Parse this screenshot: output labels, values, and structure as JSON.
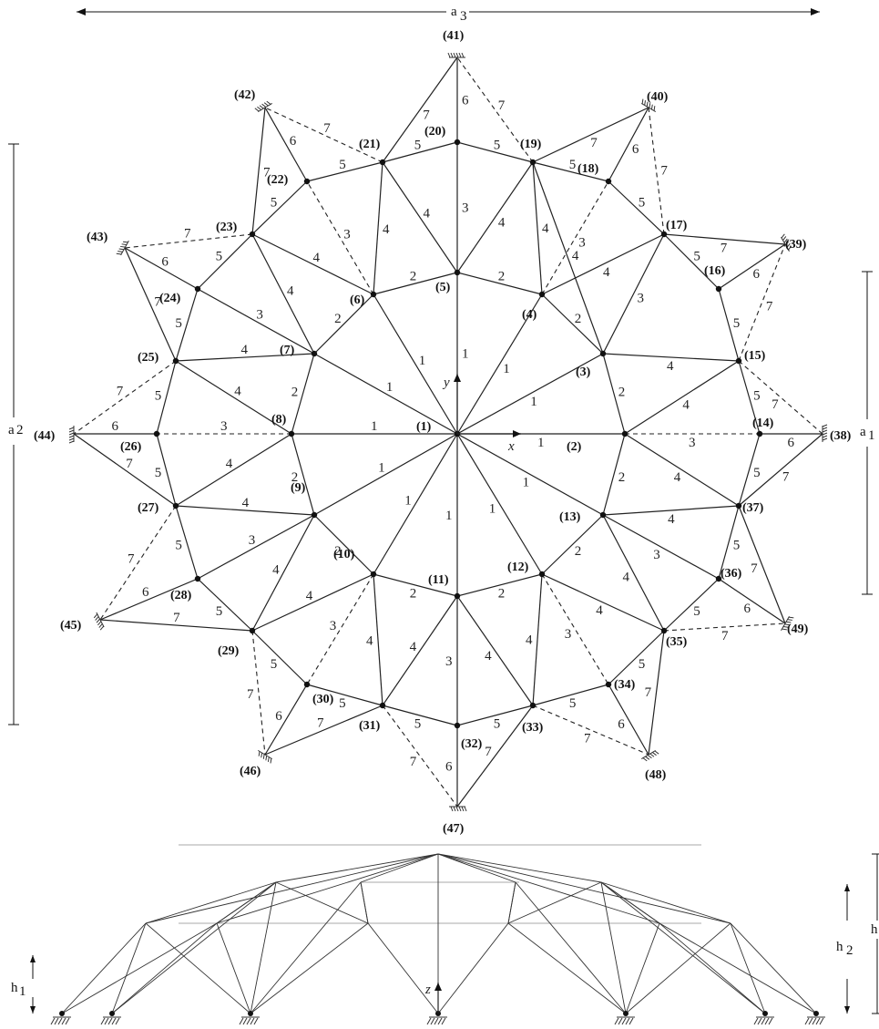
{
  "dimensions": {
    "a1": "a",
    "a1_sub": "1",
    "a2": "a",
    "a2_sub": "2",
    "a3": "a",
    "a3_sub": "3",
    "h": "h",
    "h1": "h",
    "h1_sub": "1",
    "h2": "h",
    "h2_sub": "2"
  },
  "axes": {
    "x": "x",
    "y": "y",
    "z": "z"
  },
  "nodes": [
    {
      "id": "(1)",
      "label": "(1)"
    },
    {
      "id": "(2)",
      "label": "(2)"
    },
    {
      "id": "(3)",
      "label": "(3)"
    },
    {
      "id": "(4)",
      "label": "(4)"
    },
    {
      "id": "(5)",
      "label": "(5)"
    },
    {
      "id": "(6)",
      "label": "(6)"
    },
    {
      "id": "(7)",
      "label": "(7)"
    },
    {
      "id": "(8)",
      "label": "(8)"
    },
    {
      "id": "(9)",
      "label": "(9)"
    },
    {
      "id": "(10)",
      "label": "(10)"
    },
    {
      "id": "(11)",
      "label": "(11)"
    },
    {
      "id": "(12)",
      "label": "(12)"
    },
    {
      "id": "(13)",
      "label": "(13)"
    },
    {
      "id": "(14)",
      "label": "(14)"
    },
    {
      "id": "(15)",
      "label": "(15)"
    },
    {
      "id": "(16)",
      "label": "(16)"
    },
    {
      "id": "(17)",
      "label": "(17)"
    },
    {
      "id": "(18)",
      "label": "(18)"
    },
    {
      "id": "(19)",
      "label": "(19)"
    },
    {
      "id": "(20)",
      "label": "(20)"
    },
    {
      "id": "(21)",
      "label": "(21)"
    },
    {
      "id": "(22)",
      "label": "(22)"
    },
    {
      "id": "(23)",
      "label": "(23)"
    },
    {
      "id": "(24)",
      "label": "(24)"
    },
    {
      "id": "(25)",
      "label": "(25)"
    },
    {
      "id": "(26)",
      "label": "(26)"
    },
    {
      "id": "(27)",
      "label": "(27)"
    },
    {
      "id": "(28)",
      "label": "(28)"
    },
    {
      "id": "(29)",
      "label": "(29)"
    },
    {
      "id": "(30)",
      "label": "(30)"
    },
    {
      "id": "(31)",
      "label": "(31)"
    },
    {
      "id": "(32)",
      "label": "(32)"
    },
    {
      "id": "(33)",
      "label": "(33)"
    },
    {
      "id": "(34)",
      "label": "(34)"
    },
    {
      "id": "(35)",
      "label": "(35)"
    },
    {
      "id": "(36)",
      "label": "(36)"
    },
    {
      "id": "(37)",
      "label": "(37)"
    },
    {
      "id": "(38)",
      "label": "(38)"
    },
    {
      "id": "(39)",
      "label": "(39)"
    },
    {
      "id": "(40)",
      "label": "(40)"
    },
    {
      "id": "(41)",
      "label": "(41)"
    },
    {
      "id": "(42)",
      "label": "(42)"
    },
    {
      "id": "(43)",
      "label": "(43)"
    },
    {
      "id": "(44)",
      "label": "(44)"
    },
    {
      "id": "(45)",
      "label": "(45)"
    },
    {
      "id": "(46)",
      "label": "(46)"
    },
    {
      "id": "(47)",
      "label": "(47)"
    },
    {
      "id": "(48)",
      "label": "(48)"
    },
    {
      "id": "(49)",
      "label": "(49)"
    }
  ],
  "members": [
    {
      "a": 1,
      "b": 2,
      "group": "1"
    },
    {
      "a": 1,
      "b": 5,
      "group": "1"
    },
    {
      "a": 1,
      "b": 8,
      "group": "1"
    },
    {
      "a": 1,
      "b": 11,
      "group": "1"
    },
    {
      "a": 1,
      "b": 3,
      "group": "1"
    },
    {
      "a": 1,
      "b": 4,
      "group": "1"
    },
    {
      "a": 1,
      "b": 6,
      "group": "1"
    },
    {
      "a": 1,
      "b": 7,
      "group": "1"
    },
    {
      "a": 1,
      "b": 9,
      "group": "1"
    },
    {
      "a": 1,
      "b": 10,
      "group": "1"
    },
    {
      "a": 1,
      "b": 12,
      "group": "1"
    },
    {
      "a": 1,
      "b": 13,
      "group": "1"
    },
    {
      "a": 2,
      "b": 3,
      "group": "2"
    },
    {
      "a": 3,
      "b": 4,
      "group": "2"
    },
    {
      "a": 4,
      "b": 5,
      "group": "2"
    },
    {
      "a": 5,
      "b": 6,
      "group": "2"
    },
    {
      "a": 6,
      "b": 7,
      "group": "2"
    },
    {
      "a": 7,
      "b": 8,
      "group": "2"
    },
    {
      "a": 8,
      "b": 9,
      "group": "2"
    },
    {
      "a": 9,
      "b": 10,
      "group": "2"
    },
    {
      "a": 10,
      "b": 11,
      "group": "2"
    },
    {
      "a": 11,
      "b": 12,
      "group": "2"
    },
    {
      "a": 12,
      "b": 13,
      "group": "2"
    },
    {
      "a": 13,
      "b": 2,
      "group": "2"
    },
    {
      "a": 2,
      "b": 14,
      "group": "3"
    },
    {
      "a": 3,
      "b": 17,
      "group": "3"
    },
    {
      "a": 4,
      "b": 18,
      "group": "3"
    },
    {
      "a": 5,
      "b": 20,
      "group": "3"
    },
    {
      "a": 6,
      "b": 22,
      "group": "3"
    },
    {
      "a": 7,
      "b": 24,
      "group": "3"
    },
    {
      "a": 8,
      "b": 26,
      "group": "3"
    },
    {
      "a": 9,
      "b": 28,
      "group": "3"
    },
    {
      "a": 10,
      "b": 30,
      "group": "3"
    },
    {
      "a": 11,
      "b": 32,
      "group": "3"
    },
    {
      "a": 12,
      "b": 34,
      "group": "3"
    },
    {
      "a": 13,
      "b": 36,
      "group": "3"
    },
    {
      "a": 3,
      "b": 15,
      "group": "4"
    },
    {
      "a": 2,
      "b": 15,
      "group": "4"
    },
    {
      "a": 4,
      "b": 17,
      "group": "4"
    },
    {
      "a": 4,
      "b": 19,
      "group": "4"
    },
    {
      "a": 5,
      "b": 21,
      "group": "4"
    },
    {
      "a": 6,
      "b": 21,
      "group": "4"
    },
    {
      "a": 6,
      "b": 23,
      "group": "4"
    },
    {
      "a": 7,
      "b": 23,
      "group": "4"
    },
    {
      "a": 7,
      "b": 25,
      "group": "4"
    },
    {
      "a": 8,
      "b": 25,
      "group": "4"
    },
    {
      "a": 8,
      "b": 27,
      "group": "4"
    },
    {
      "a": 9,
      "b": 27,
      "group": "4"
    },
    {
      "a": 9,
      "b": 29,
      "group": "4"
    },
    {
      "a": 10,
      "b": 29,
      "group": "4"
    },
    {
      "a": 10,
      "b": 31,
      "group": "4"
    },
    {
      "a": 11,
      "b": 31,
      "group": "4"
    },
    {
      "a": 11,
      "b": 33,
      "group": "4"
    },
    {
      "a": 12,
      "b": 33,
      "group": "4"
    },
    {
      "a": 12,
      "b": 35,
      "group": "4"
    },
    {
      "a": 13,
      "b": 35,
      "group": "4"
    },
    {
      "a": 13,
      "b": 37,
      "group": "4"
    },
    {
      "a": 2,
      "b": 37,
      "group": "4"
    },
    {
      "a": 3,
      "b": 19,
      "group": "4"
    },
    {
      "a": 5,
      "b": 19,
      "group": "4"
    },
    {
      "a": 14,
      "b": 15,
      "group": "5"
    },
    {
      "a": 15,
      "b": 16,
      "group": "5"
    },
    {
      "a": 16,
      "b": 17,
      "group": "5"
    },
    {
      "a": 17,
      "b": 18,
      "group": "5"
    },
    {
      "a": 18,
      "b": 19,
      "group": "5"
    },
    {
      "a": 19,
      "b": 20,
      "group": "5"
    },
    {
      "a": 20,
      "b": 21,
      "group": "5"
    },
    {
      "a": 21,
      "b": 22,
      "group": "5"
    },
    {
      "a": 22,
      "b": 23,
      "group": "5"
    },
    {
      "a": 23,
      "b": 24,
      "group": "5"
    },
    {
      "a": 24,
      "b": 25,
      "group": "5"
    },
    {
      "a": 25,
      "b": 26,
      "group": "5"
    },
    {
      "a": 26,
      "b": 27,
      "group": "5"
    },
    {
      "a": 27,
      "b": 28,
      "group": "5"
    },
    {
      "a": 28,
      "b": 29,
      "group": "5"
    },
    {
      "a": 29,
      "b": 30,
      "group": "5"
    },
    {
      "a": 30,
      "b": 31,
      "group": "5"
    },
    {
      "a": 31,
      "b": 32,
      "group": "5"
    },
    {
      "a": 32,
      "b": 33,
      "group": "5"
    },
    {
      "a": 33,
      "b": 34,
      "group": "5"
    },
    {
      "a": 34,
      "b": 35,
      "group": "5"
    },
    {
      "a": 35,
      "b": 36,
      "group": "5"
    },
    {
      "a": 36,
      "b": 37,
      "group": "5"
    },
    {
      "a": 37,
      "b": 14,
      "group": "5"
    },
    {
      "a": 14,
      "b": 38,
      "group": "6"
    },
    {
      "a": 16,
      "b": 39,
      "group": "6"
    },
    {
      "a": 18,
      "b": 40,
      "group": "6"
    },
    {
      "a": 20,
      "b": 41,
      "group": "6"
    },
    {
      "a": 22,
      "b": 42,
      "group": "6"
    },
    {
      "a": 24,
      "b": 43,
      "group": "6"
    },
    {
      "a": 26,
      "b": 44,
      "group": "6"
    },
    {
      "a": 28,
      "b": 45,
      "group": "6"
    },
    {
      "a": 30,
      "b": 46,
      "group": "6"
    },
    {
      "a": 32,
      "b": 47,
      "group": "6"
    },
    {
      "a": 34,
      "b": 48,
      "group": "6"
    },
    {
      "a": 36,
      "b": 49,
      "group": "6"
    },
    {
      "a": 15,
      "b": 38,
      "group": "7"
    },
    {
      "a": 37,
      "b": 38,
      "group": "7"
    },
    {
      "a": 15,
      "b": 39,
      "group": "7"
    },
    {
      "a": 17,
      "b": 39,
      "group": "7"
    },
    {
      "a": 17,
      "b": 40,
      "group": "7"
    },
    {
      "a": 19,
      "b": 40,
      "group": "7"
    },
    {
      "a": 19,
      "b": 41,
      "group": "7"
    },
    {
      "a": 21,
      "b": 41,
      "group": "7"
    },
    {
      "a": 21,
      "b": 42,
      "group": "7"
    },
    {
      "a": 23,
      "b": 42,
      "group": "7"
    },
    {
      "a": 23,
      "b": 43,
      "group": "7"
    },
    {
      "a": 25,
      "b": 43,
      "group": "7"
    },
    {
      "a": 25,
      "b": 44,
      "group": "7"
    },
    {
      "a": 27,
      "b": 44,
      "group": "7"
    },
    {
      "a": 27,
      "b": 45,
      "group": "7"
    },
    {
      "a": 29,
      "b": 45,
      "group": "7"
    },
    {
      "a": 29,
      "b": 46,
      "group": "7"
    },
    {
      "a": 31,
      "b": 46,
      "group": "7"
    },
    {
      "a": 31,
      "b": 47,
      "group": "7"
    },
    {
      "a": 33,
      "b": 47,
      "group": "7"
    },
    {
      "a": 33,
      "b": 48,
      "group": "7"
    },
    {
      "a": 35,
      "b": 48,
      "group": "7"
    },
    {
      "a": 35,
      "b": 49,
      "group": "7"
    },
    {
      "a": 37,
      "b": 49,
      "group": "7"
    }
  ],
  "supports": [
    "(38)",
    "(39)",
    "(40)",
    "(41)",
    "(42)",
    "(43)",
    "(44)",
    "(45)",
    "(46)",
    "(47)",
    "(48)",
    "(49)"
  ]
}
